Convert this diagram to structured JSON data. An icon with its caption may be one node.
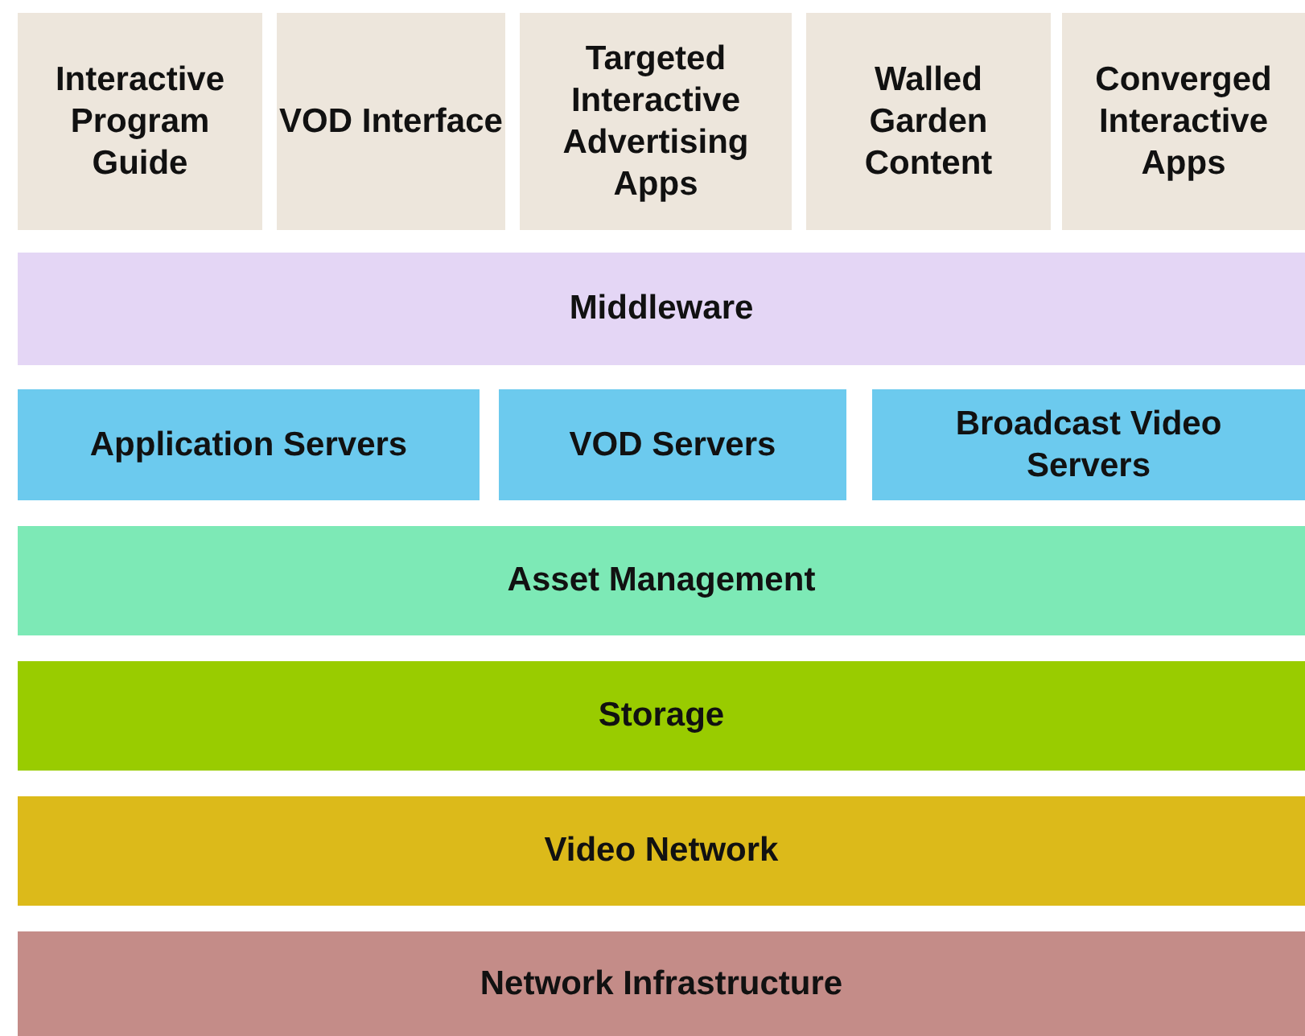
{
  "diagram": {
    "nodes": [
      {
        "text": [
          "Interactive Program Guide"
        ]
      },
      {
        "text": [
          "VOD Interface"
        ]
      },
      {
        "text": [
          "Targeted Interactive Advertising Apps"
        ]
      },
      {
        "text": [
          "Walled Garden Content"
        ]
      },
      {
        "text": [
          "Converged Interactive Apps"
        ]
      },
      {
        "text": [
          "Middleware"
        ]
      },
      {
        "text": [
          "Application Servers"
        ]
      },
      {
        "text": [
          "VOD Servers"
        ]
      },
      {
        "text": [
          "Broadcast Video Servers"
        ]
      },
      {
        "text": [
          "Asset Management"
        ]
      },
      {
        "text": [
          "Storage"
        ]
      },
      {
        "text": [
          "Video Network"
        ]
      },
      {
        "text": [
          "Network Infrastructure"
        ]
      }
    ]
  }
}
